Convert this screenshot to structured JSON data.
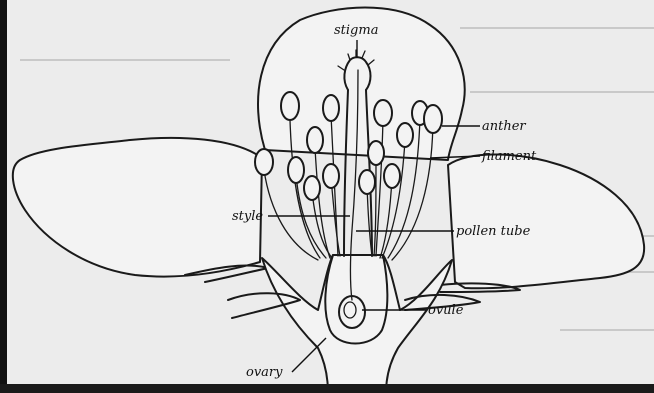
{
  "diagram": {
    "labels": {
      "stigma": "stigma",
      "anther": "anther",
      "filament": "filament",
      "style": "style",
      "pollen_tube": "pollen tube",
      "ovule": "ovule",
      "ovary": "ovary"
    }
  }
}
